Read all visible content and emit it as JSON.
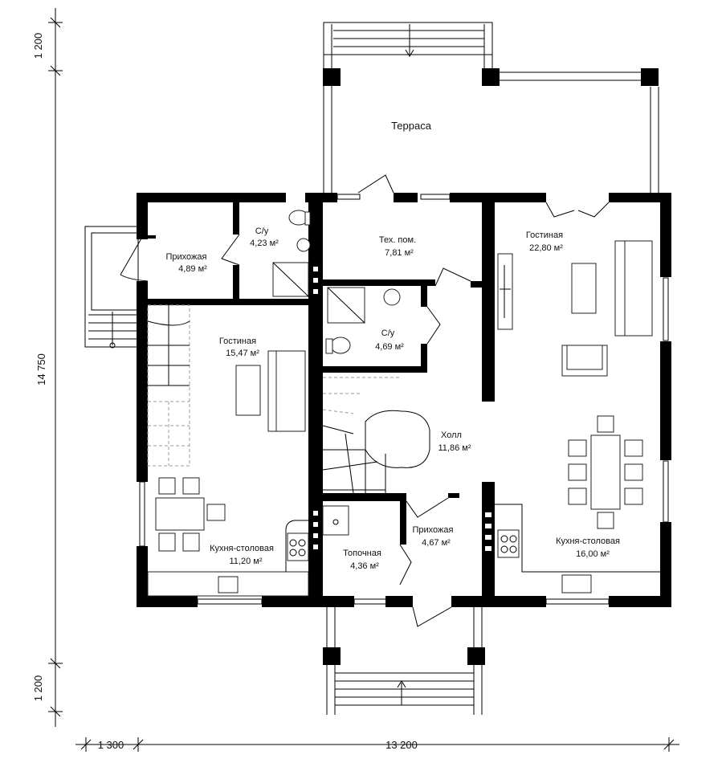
{
  "rooms": {
    "terrace": {
      "name": "Терраса"
    },
    "hall_left": {
      "name": "Прихожая",
      "area": "4,89 м²"
    },
    "wc_left": {
      "name": "С/у",
      "area": "4,23 м²"
    },
    "tech": {
      "name": "Тех. пом.",
      "area": "7,81 м²"
    },
    "living_right": {
      "name": "Гостиная",
      "area": "22,80 м²"
    },
    "living_left": {
      "name": "Гостиная",
      "area": "15,47 м²"
    },
    "wc_center": {
      "name": "С/у",
      "area": "4,69 м²"
    },
    "holl": {
      "name": "Холл",
      "area": "11,86 м²"
    },
    "kitchen_left": {
      "name": "Кухня-столовая",
      "area": "11,20 м²"
    },
    "boiler": {
      "name": "Топочная",
      "area": "4,36 м²"
    },
    "hall_center": {
      "name": "Прихожая",
      "area": "4,67 м²"
    },
    "kitchen_right": {
      "name": "Кухня-столовая",
      "area": "16,00 м²"
    }
  },
  "dimensions": {
    "top_offset": "1 200",
    "total_height": "14 750",
    "bottom_offset": "1 200",
    "left_offset": "1 300",
    "total_width": "13 200"
  }
}
